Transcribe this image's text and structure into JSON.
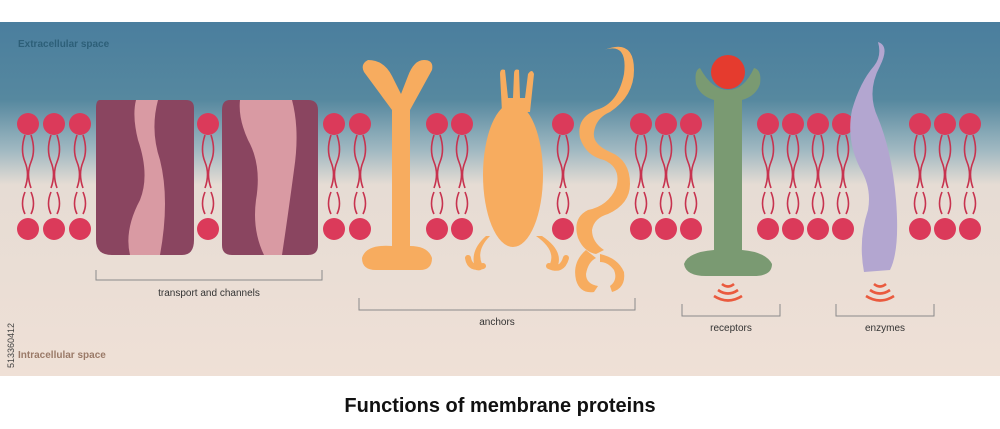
{
  "zones": {
    "extracellular": "Extracellular space",
    "intracellular": "Intracellular space"
  },
  "groups": {
    "transport": "transport and channels",
    "anchors": "anchors",
    "receptors": "receptors",
    "enzymes": "enzymes"
  },
  "title": "Functions of membrane proteins",
  "side_text": "513360412",
  "colors": {
    "extracellular_top": "#4b7f9f",
    "intracellular": "#efe0d6",
    "lipid_head": "#db3a5a",
    "lipid_tail": "#c7334f",
    "channel_dark": "#8a4560",
    "channel_light": "#d99aa3",
    "anchor": "#f7ac5f",
    "receptor": "#7a9a72",
    "ligand": "#e53b2e",
    "enzyme": "#b3a6d0",
    "signal": "#ea5a3e",
    "bracket": "#8a8a8a",
    "extracellular_label": "#2d5f78",
    "intracellular_label": "#9a7a68"
  }
}
